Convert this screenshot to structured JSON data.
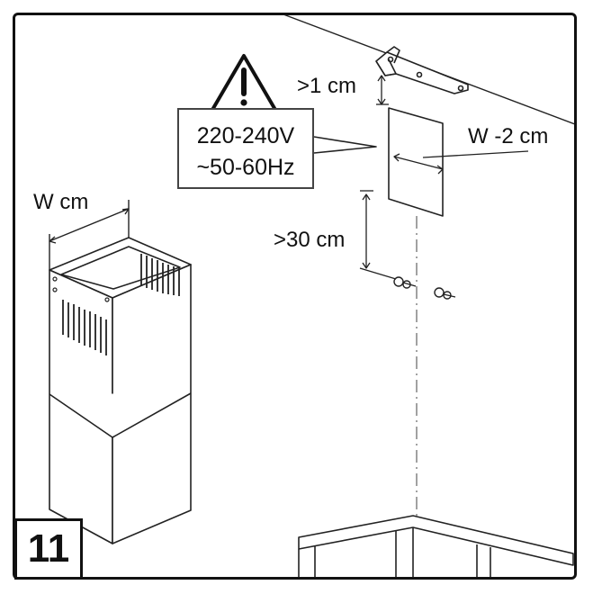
{
  "step_number": "11",
  "warning": {
    "icon": "warning-triangle-icon",
    "voltage": "220-240V",
    "frequency": "~50-60Hz"
  },
  "dimensions": {
    "bracket_gap": ">1 cm",
    "chimney_width": "W cm",
    "bracket_width": "W -2 cm",
    "screw_gap": ">30 cm"
  }
}
